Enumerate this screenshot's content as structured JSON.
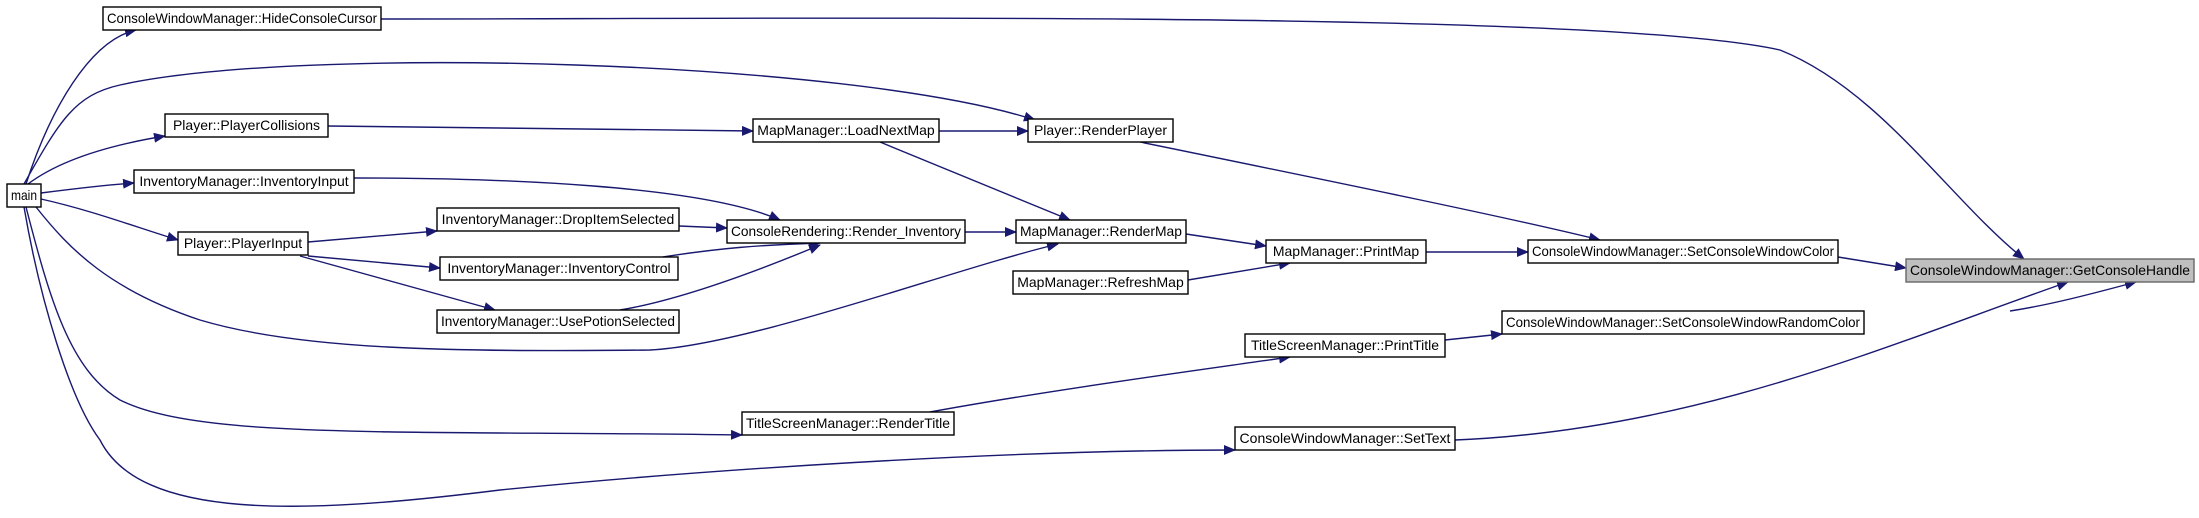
{
  "colors": {
    "edge": "#191970",
    "node_fill": "#ffffff",
    "node_border": "#000000",
    "focus_fill": "#bfbfbf",
    "focus_border": "#666666"
  },
  "nodes": [
    {
      "id": "main",
      "label": "main"
    },
    {
      "id": "hide_cursor",
      "label": "ConsoleWindowManager::HideConsoleCursor"
    },
    {
      "id": "player_collisions",
      "label": "Player::PlayerCollisions"
    },
    {
      "id": "inventory_input",
      "label": "InventoryManager::InventoryInput"
    },
    {
      "id": "player_input",
      "label": "Player::PlayerInput"
    },
    {
      "id": "drop_item",
      "label": "InventoryManager::DropItemSelected"
    },
    {
      "id": "inventory_control",
      "label": "InventoryManager::InventoryControl"
    },
    {
      "id": "use_potion",
      "label": "InventoryManager::UsePotionSelected"
    },
    {
      "id": "load_next_map",
      "label": "MapManager::LoadNextMap"
    },
    {
      "id": "render_inventory",
      "label": "ConsoleRendering::Render_Inventory"
    },
    {
      "id": "render_title",
      "label": "TitleScreenManager::RenderTitle"
    },
    {
      "id": "render_player",
      "label": "Player::RenderPlayer"
    },
    {
      "id": "render_map",
      "label": "MapManager::RenderMap"
    },
    {
      "id": "refresh_map",
      "label": "MapManager::RefreshMap"
    },
    {
      "id": "print_title",
      "label": "TitleScreenManager::PrintTitle"
    },
    {
      "id": "set_text",
      "label": "ConsoleWindowManager::SetText"
    },
    {
      "id": "print_map",
      "label": "MapManager::PrintMap"
    },
    {
      "id": "set_color",
      "label": "ConsoleWindowManager::SetConsoleWindowColor"
    },
    {
      "id": "set_random_color",
      "label": "ConsoleWindowManager::SetConsoleWindowRandomColor"
    },
    {
      "id": "get_handle",
      "label": "ConsoleWindowManager::GetConsoleHandle",
      "focus": true
    }
  ],
  "edges": [
    {
      "from": "main",
      "to": "hide_cursor"
    },
    {
      "from": "main",
      "to": "render_player"
    },
    {
      "from": "main",
      "to": "player_collisions"
    },
    {
      "from": "main",
      "to": "inventory_input"
    },
    {
      "from": "main",
      "to": "player_input"
    },
    {
      "from": "main",
      "to": "render_map"
    },
    {
      "from": "main",
      "to": "render_title"
    },
    {
      "from": "main",
      "to": "set_text"
    },
    {
      "from": "player_collisions",
      "to": "load_next_map"
    },
    {
      "from": "inventory_input",
      "to": "render_inventory"
    },
    {
      "from": "player_input",
      "to": "drop_item"
    },
    {
      "from": "player_input",
      "to": "inventory_control"
    },
    {
      "from": "player_input",
      "to": "use_potion"
    },
    {
      "from": "drop_item",
      "to": "render_inventory"
    },
    {
      "from": "inventory_control",
      "to": "render_inventory"
    },
    {
      "from": "use_potion",
      "to": "render_inventory"
    },
    {
      "from": "load_next_map",
      "to": "render_player"
    },
    {
      "from": "load_next_map",
      "to": "render_map"
    },
    {
      "from": "render_inventory",
      "to": "render_map"
    },
    {
      "from": "render_map",
      "to": "print_map"
    },
    {
      "from": "refresh_map",
      "to": "print_map"
    },
    {
      "from": "print_map",
      "to": "set_color"
    },
    {
      "from": "render_player",
      "to": "set_color"
    },
    {
      "from": "render_title",
      "to": "print_title"
    },
    {
      "from": "print_title",
      "to": "set_random_color"
    },
    {
      "from": "hide_cursor",
      "to": "get_handle"
    },
    {
      "from": "set_color",
      "to": "get_handle"
    },
    {
      "from": "set_random_color",
      "to": "get_handle"
    },
    {
      "from": "set_text",
      "to": "get_handle"
    }
  ]
}
